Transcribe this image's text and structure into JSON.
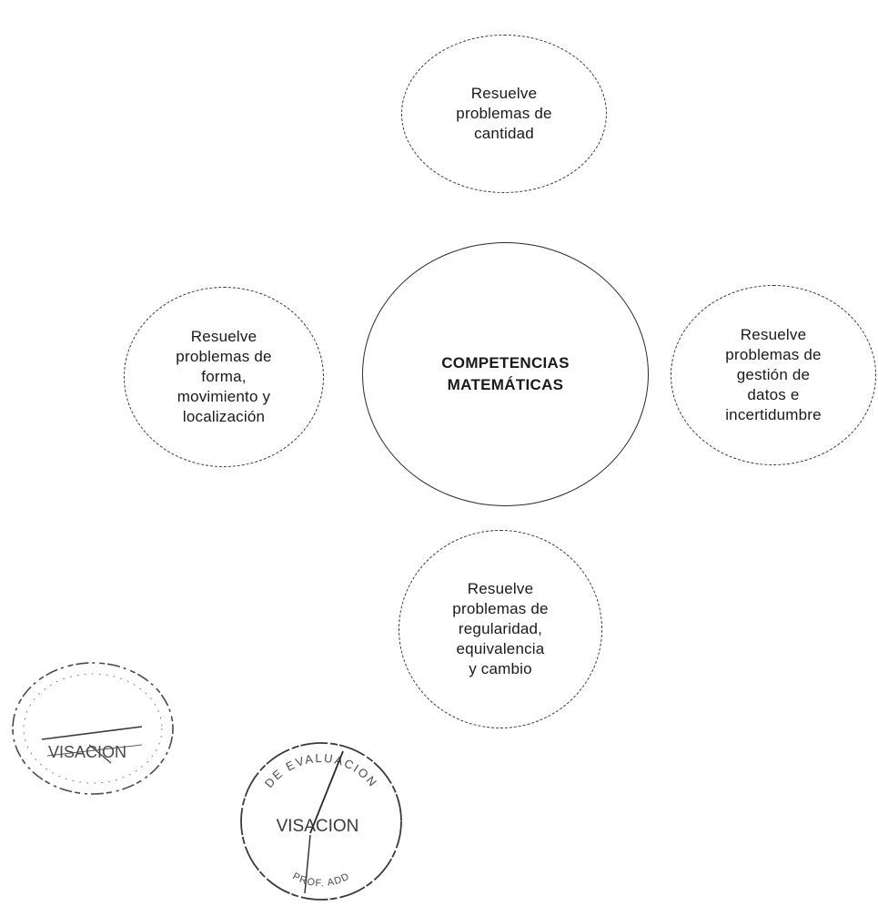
{
  "diagram": {
    "center": {
      "label": "COMPETENCIAS\nMATEMÁTICAS"
    },
    "nodes": {
      "top": {
        "label": "Resuelve\nproblemas de\ncantidad"
      },
      "left": {
        "label": "Resuelve\nproblemas de\nforma,\nmovimiento y\nlocalización"
      },
      "right": {
        "label": "Resuelve\nproblemas de\ngestión de\ndatos e\nincertidumbre"
      },
      "bottom": {
        "label": "Resuelve\nproblemas de\nregularidad,\nequivalencia\ny cambio"
      }
    }
  },
  "stamps": {
    "stamp_1": {
      "word": "VISACION"
    },
    "stamp_2": {
      "word": "VISACION",
      "ring_text": "DE EVALUACION",
      "bottom_text": "PROF. ADD"
    }
  },
  "colors": {
    "line": "#2a2a2a",
    "dashed_line": "#3a3a3a",
    "stamp_ink": "#4a4a4a"
  }
}
